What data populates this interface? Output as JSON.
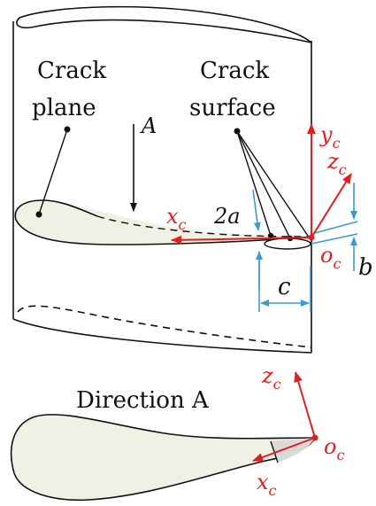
{
  "labels": {
    "crack_plane_line1": "Crack",
    "crack_plane_line2": "plane",
    "crack_surface_line1": "Crack",
    "crack_surface_line2": "surface",
    "direction_arrow": "A",
    "section_title": "Direction A",
    "dim_2a": "2a",
    "dim_c": "c",
    "dim_b": "b"
  },
  "axes_3d": {
    "x": "x",
    "y": "y",
    "z": "z",
    "origin": "o",
    "subscript": "c"
  },
  "axes_section": {
    "x": "x",
    "z": "z",
    "origin": "o",
    "subscript": "c"
  },
  "colors": {
    "outline": "#111111",
    "axis_red": "#e02020",
    "dimension_blue": "#3a9bd1",
    "airfoil_fill": "#eef1e3",
    "crack_fill": "#d9dbd7"
  }
}
